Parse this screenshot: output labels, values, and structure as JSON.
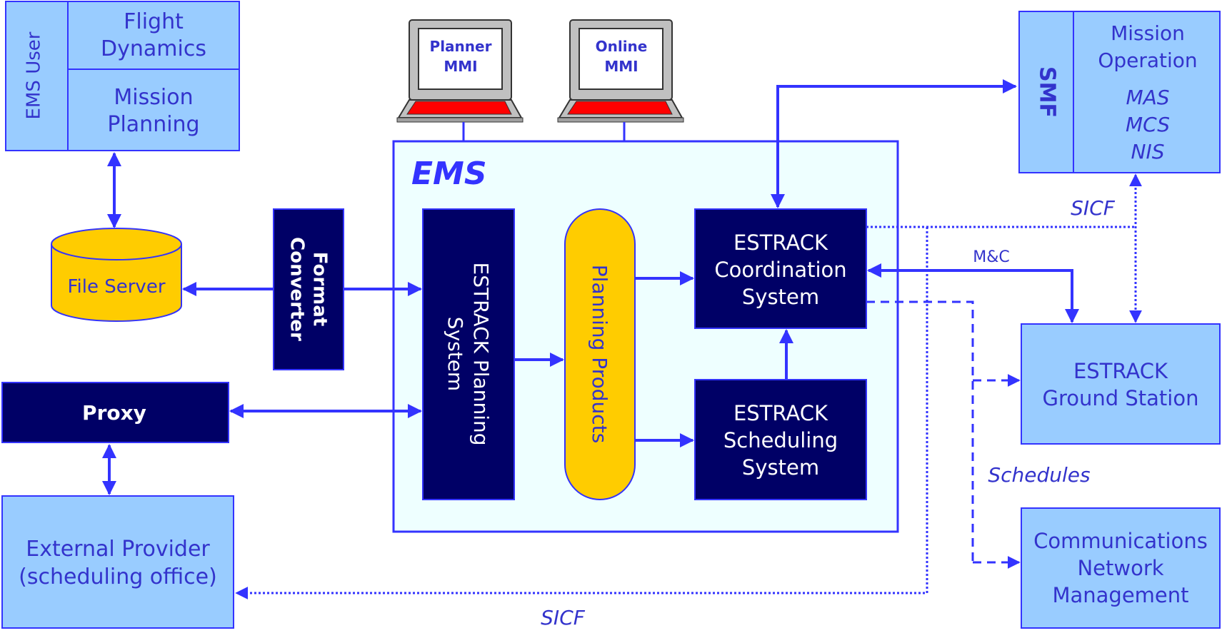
{
  "ems_user": {
    "side_label": "EMS User",
    "flight_dynamics": [
      "Flight",
      "Dynamics"
    ],
    "mission_planning": [
      "Mission",
      "Planning"
    ]
  },
  "file_server": "File Server",
  "format_converter": [
    "Format",
    "Converter"
  ],
  "proxy": "Proxy",
  "external_provider": [
    "External Provider",
    "(scheduling office)"
  ],
  "planner_mmi": [
    "Planner",
    "MMI"
  ],
  "online_mmi": [
    "Online",
    "MMI"
  ],
  "ems": {
    "title": "EMS",
    "planning_system": [
      "ESTRACK Planning",
      "System"
    ],
    "planning_products": "Planning Products",
    "coordination_system": [
      "ESTRACK",
      "Coordination",
      "System"
    ],
    "scheduling_system": [
      "ESTRACK",
      "Scheduling",
      "System"
    ]
  },
  "smf": {
    "side_label": "SMF",
    "title": [
      "Mission",
      "Operation"
    ],
    "items": [
      "MAS",
      "MCS",
      "NIS"
    ]
  },
  "ground_station": [
    "ESTRACK",
    "Ground Station"
  ],
  "comm_network": [
    "Communications",
    "Network",
    "Management"
  ],
  "labels": {
    "sicf_top": "SICF",
    "mc": "M&C",
    "schedules": "Schedules",
    "sicf_bottom": "SICF"
  },
  "colors": {
    "light_box": "#99CCFF",
    "dark_box": "#000066",
    "yellow": "#FFCC00",
    "arrow": "#3333FF",
    "ems_bg": "#EEFFFF",
    "text_blue": "#3333CC"
  }
}
